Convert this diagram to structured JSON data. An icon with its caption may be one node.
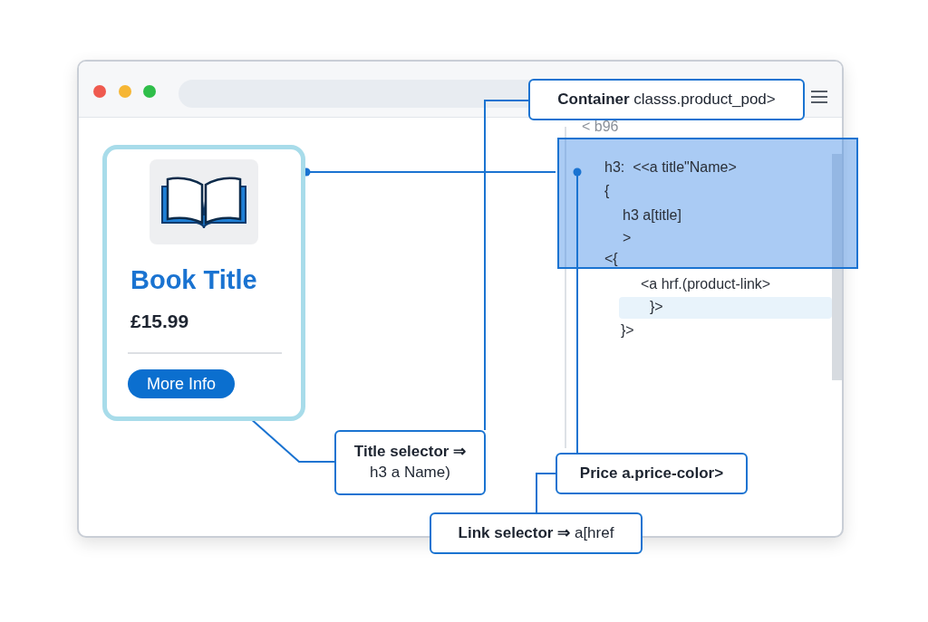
{
  "diagram": {
    "nodes": [
      {
        "text": [
          "Book Title",
          "£15.99"
        ]
      },
      {
        "text": [],
        "shape": "picture",
        "in": 0
      },
      {
        "text": [
          "More Info"
        ],
        "in": 0
      },
      {
        "text": [
          "< b96",
          "<a hrf.(product-link>",
          "}>",
          "}>"
        ]
      },
      {
        "text": [
          "h3:  <<a title\"Name>",
          "{",
          "h3 a[title]",
          ">",
          "<{"
        ],
        "in": 3
      },
      {
        "text": [
          "**Container** classs.product_pod>"
        ]
      },
      {
        "text": [
          "**Title selector ⇒** h3 a Name)"
        ]
      },
      {
        "text": [
          "Price a.price-color>"
        ]
      },
      {
        "text": [
          "**Link selector ⇒** a[href"
        ]
      }
    ],
    "edges": [
      {
        "from": 0,
        "to": 4,
        "arrow": "other"
      },
      {
        "from": 5,
        "to": 6,
        "arrow": "none"
      },
      {
        "from": 4,
        "to": 7,
        "arrow": "other"
      },
      {
        "from": 2,
        "to": 6,
        "arrow": "none"
      },
      {
        "from": 7,
        "to": 8,
        "arrow": "none"
      }
    ]
  }
}
